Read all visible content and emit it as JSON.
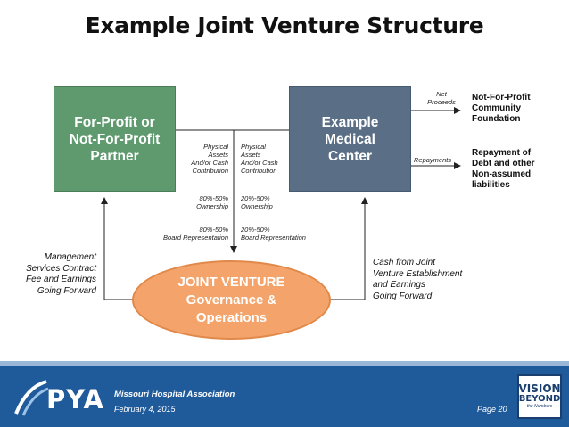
{
  "title": "Example Joint Venture Structure",
  "boxes": {
    "partner": "For-Profit or\nNot-For-Profit\nPartner",
    "center": "Example\nMedical\nCenter",
    "jv": "JOINT VENTURE\nGovernance &\nOperations"
  },
  "labels": {
    "partner_contribution": "Physical\nAssets\nAnd/or Cash\nContribution",
    "partner_ownership": "80%-50%\nOwnership",
    "partner_board": "80%-50%\nBoard Representation",
    "center_contribution": "Physical\nAssets\nAnd/or Cash\nContribution",
    "center_ownership": "20%-50%\nOwnership",
    "center_board": "20%-50%\nBoard Representation",
    "net_proceeds": "Net\nProceeds",
    "repayments": "Repayments",
    "management": "Management\nServices Contract\nFee and Earnings\nGoing Forward",
    "cash_from_jv": "Cash from Joint\nVenture Establishment\nand Earnings\nGoing Forward"
  },
  "destinations": {
    "foundation": "Not-For-Profit\nCommunity\nFoundation",
    "repayment": "Repayment of\nDebt and other\nNon-assumed\nliabilities"
  },
  "footer": {
    "logo": "PYA",
    "organization": "Missouri Hospital Association",
    "date": "February 4, 2015",
    "page": "Page 20",
    "badge_line1": "VISION",
    "badge_line2": "BEYOND",
    "badge_line3": "the Numbers"
  },
  "colors": {
    "partner_box": "#5e9a6e",
    "center_box": "#5a6f86",
    "jv_oval": "#f4a46a",
    "footer": "#1f5a9b"
  }
}
